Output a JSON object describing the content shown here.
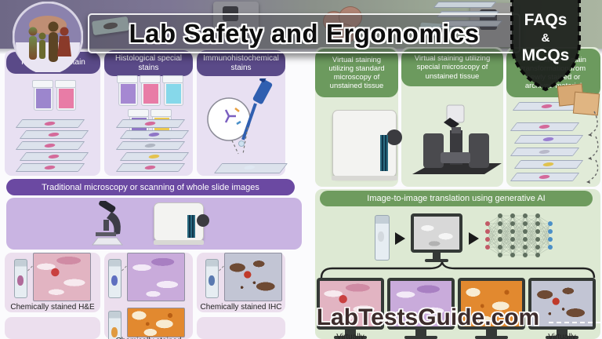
{
  "header": {
    "title": "Lab Safety and Ergonomics",
    "badge": {
      "line1": "FAQs",
      "line2": "&",
      "line3": "MCQs"
    }
  },
  "watermark": "LabTestsGuide.com",
  "left_panel": {
    "headers": [
      "Routine H&E stain",
      "Histological special stains",
      "Immunohistochemical stains"
    ],
    "banner": "Traditional microscopy or scanning of whole slide images",
    "captions": {
      "hne": "Chemically stained H&E",
      "special": "Chemically stained",
      "ihc": "Chemically stained IHC"
    }
  },
  "right_panel": {
    "headers": [
      "Virtual staining utilizing standard microscopy of unstained tissue",
      "Virtual staining utilizing special microscopy of unstained tissue",
      "Virtual stain-to-stain transformation from newly stained or archived material"
    ],
    "banner": "Image-to-image translation using generative AI",
    "captions": {
      "virtually_left": "Virtually",
      "virtually_right": "Virtually"
    }
  },
  "colors": {
    "purple_pill": "#5a4a88",
    "purple_banner": "#6b49a2",
    "lavender_panel": "#e8e0f2",
    "green_pill": "#6c9a5e",
    "green_banner": "#6e9b5e",
    "green_panel": "#e1ebd8",
    "badge_bg": "#232823",
    "watermark_color": "#3d2c2c"
  },
  "illustrations": {
    "hne_jars": [
      "#9c86cd",
      "#e87ca6"
    ],
    "special_jars": [
      "#a588d2",
      "#e87ca6",
      "#86d8ea",
      "#8f76c6",
      "#ecc94f"
    ],
    "hne_slides": [
      "#d46a9a",
      "#d46a9a",
      "#d46a9a",
      "#d46a9a",
      "#d46a9a"
    ],
    "special_slides": [
      "#d46a9a",
      "#8f76c6",
      "#b0b6c2",
      "#e4c24f",
      "#d46a9a"
    ],
    "archive_slides": [
      "#d46a9a",
      "#9a7fd0",
      "#b9b9c9",
      "#e0c24f",
      "#d46a9a"
    ],
    "neural_network": {
      "columns": [
        4,
        6,
        6,
        6,
        6,
        4
      ],
      "input_color": "#c25a66",
      "hidden_color": "#5f6f5f",
      "output_color": "#4b8fc7",
      "link_color": "#a4b2a0"
    }
  }
}
